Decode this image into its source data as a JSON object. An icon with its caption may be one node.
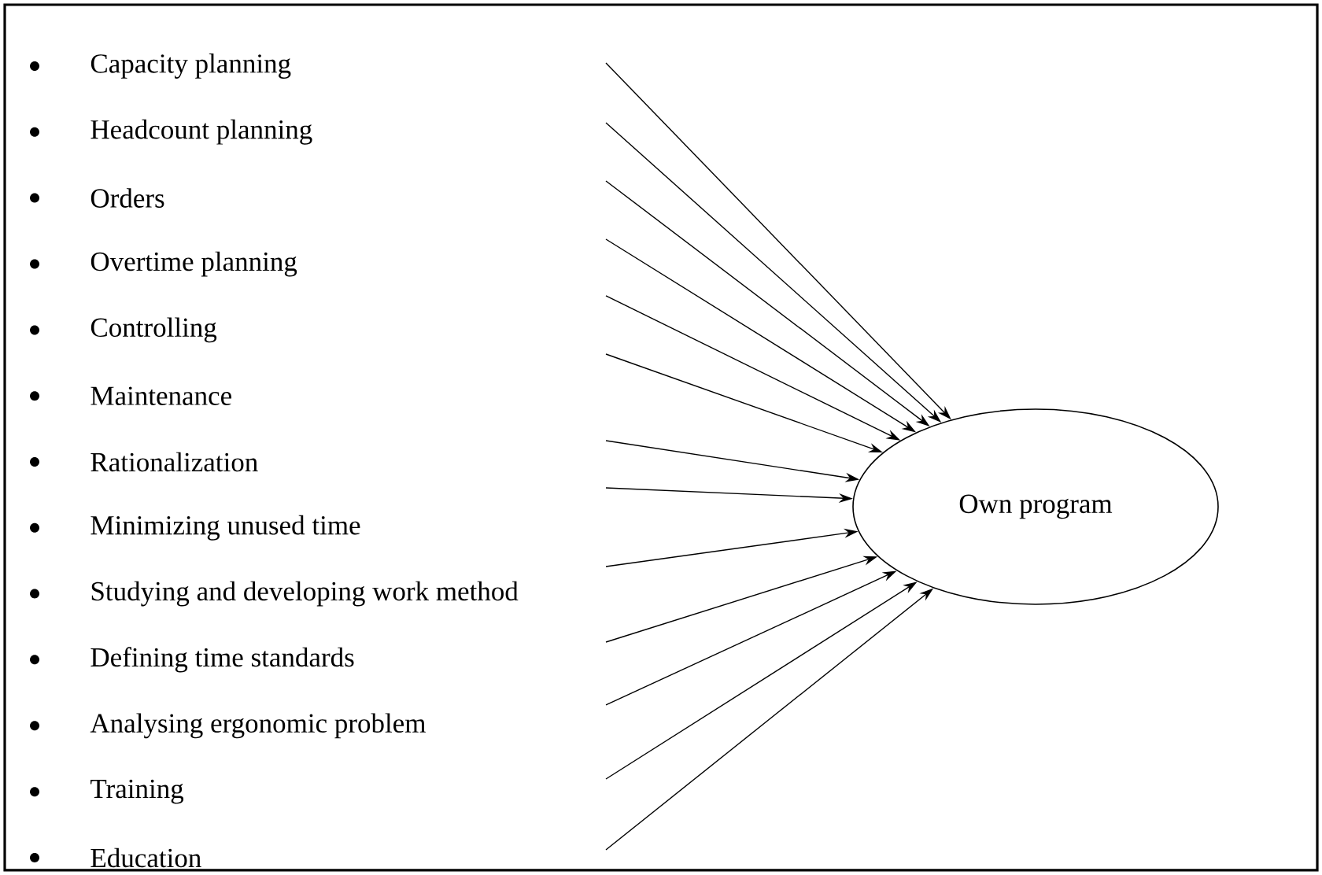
{
  "diagram": {
    "nodes": [
      {
        "text": [
          "Capacity planning"
        ]
      },
      {
        "text": [
          "Headcount planning"
        ]
      },
      {
        "text": [
          "Orders"
        ]
      },
      {
        "text": [
          "Overtime planning"
        ]
      },
      {
        "text": [
          "Controlling"
        ]
      },
      {
        "text": [
          "Maintenance"
        ]
      },
      {
        "text": [
          "Rationalization"
        ]
      },
      {
        "text": [
          "Minimizing unused time"
        ]
      },
      {
        "text": [
          "Studying and developing work method"
        ]
      },
      {
        "text": [
          "Defining time standards"
        ]
      },
      {
        "text": [
          "Analysing ergonomic problem"
        ]
      },
      {
        "text": [
          "Training"
        ]
      },
      {
        "text": [
          "Education"
        ]
      },
      {
        "text": [
          "Own program"
        ]
      }
    ],
    "edges": [
      {
        "from": null,
        "to": 13,
        "arrow": "to"
      },
      {
        "from": null,
        "to": 13,
        "arrow": "to"
      },
      {
        "from": null,
        "to": 13,
        "arrow": "to"
      },
      {
        "from": null,
        "to": 13,
        "arrow": "to"
      },
      {
        "from": null,
        "to": 13,
        "arrow": "to"
      },
      {
        "from": null,
        "to": 13,
        "arrow": "to"
      },
      {
        "from": null,
        "to": 13,
        "arrow": "to"
      },
      {
        "from": null,
        "to": 13,
        "arrow": "to"
      },
      {
        "from": null,
        "to": 13,
        "arrow": "to"
      },
      {
        "from": null,
        "to": 13,
        "arrow": "to"
      },
      {
        "from": null,
        "to": 13,
        "arrow": "to"
      },
      {
        "from": null,
        "to": 13,
        "arrow": "to"
      },
      {
        "from": null,
        "to": 13,
        "arrow": "to"
      }
    ]
  }
}
